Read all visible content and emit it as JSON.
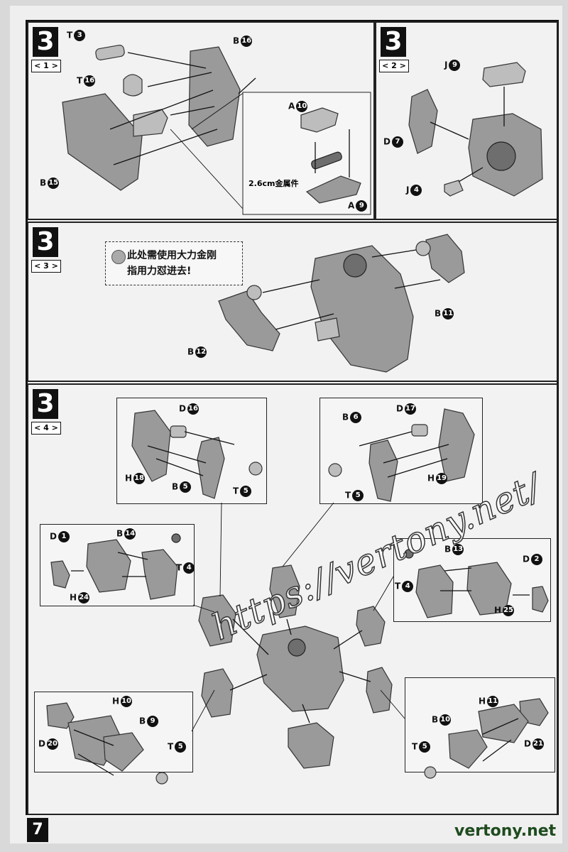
{
  "page_number": "7",
  "watermark": "https://vertony.net/",
  "footer_brand": "vertony.net",
  "steps": [
    {
      "number": "3",
      "sub": "< 1 >",
      "labels": [
        {
          "letter": "T",
          "num": "3"
        },
        {
          "letter": "T",
          "num": "16"
        },
        {
          "letter": "B",
          "num": "16"
        },
        {
          "letter": "B",
          "num": "15"
        },
        {
          "letter": "A",
          "num": "10"
        },
        {
          "letter": "A",
          "num": "9"
        }
      ],
      "metal_note": "2.6cm金属件"
    },
    {
      "number": "3",
      "sub": "< 2 >",
      "labels": [
        {
          "letter": "J",
          "num": "9"
        },
        {
          "letter": "D",
          "num": "7"
        },
        {
          "letter": "J",
          "num": "4"
        }
      ]
    },
    {
      "number": "3",
      "sub": "< 3 >",
      "note_lines": [
        "此处需使用大力金刚",
        "指用力怼进去!"
      ],
      "labels": [
        {
          "letter": "B",
          "num": "11"
        },
        {
          "letter": "B",
          "num": "12"
        }
      ]
    },
    {
      "number": "3",
      "sub": "< 4 >",
      "labels": [
        {
          "letter": "D",
          "num": "16"
        },
        {
          "letter": "H",
          "num": "18"
        },
        {
          "letter": "B",
          "num": "5"
        },
        {
          "letter": "T",
          "num": "5"
        },
        {
          "letter": "B",
          "num": "6"
        },
        {
          "letter": "D",
          "num": "17"
        },
        {
          "letter": "H",
          "num": "19"
        },
        {
          "letter": "T",
          "num": "5"
        },
        {
          "letter": "D",
          "num": "1"
        },
        {
          "letter": "B",
          "num": "14"
        },
        {
          "letter": "T",
          "num": "4"
        },
        {
          "letter": "H",
          "num": "24"
        },
        {
          "letter": "B",
          "num": "13"
        },
        {
          "letter": "D",
          "num": "2"
        },
        {
          "letter": "T",
          "num": "4"
        },
        {
          "letter": "H",
          "num": "25"
        },
        {
          "letter": "H",
          "num": "10"
        },
        {
          "letter": "B",
          "num": "9"
        },
        {
          "letter": "D",
          "num": "20"
        },
        {
          "letter": "T",
          "num": "5"
        },
        {
          "letter": "H",
          "num": "11"
        },
        {
          "letter": "B",
          "num": "10"
        },
        {
          "letter": "D",
          "num": "21"
        },
        {
          "letter": "T",
          "num": "5"
        }
      ]
    }
  ]
}
